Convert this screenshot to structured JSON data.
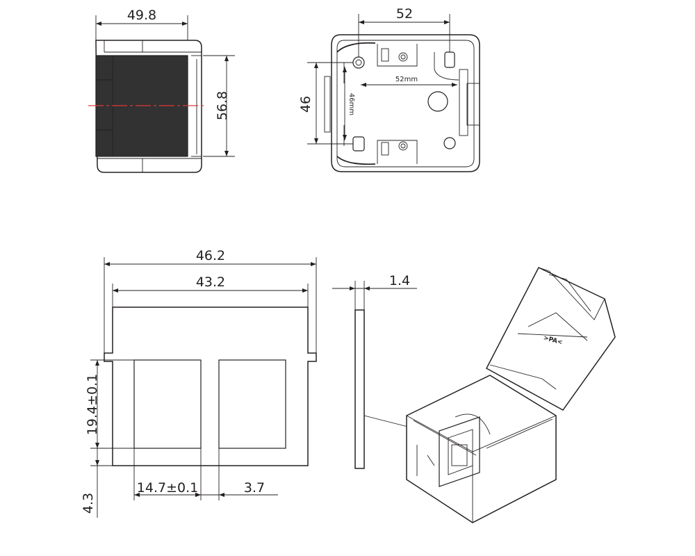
{
  "colors": {
    "line": "#231f20",
    "cover_fill": "#323232",
    "centerline": "#e03a3a",
    "background": "#ffffff"
  },
  "front_view": {
    "width_label": "49.8",
    "height_label": "56.8"
  },
  "back_view": {
    "width_label": "52",
    "height_label": "46",
    "inner_width_label": "52mm",
    "inner_height_label": "46mm"
  },
  "plate_view": {
    "outer_width_label": "46.2",
    "inner_width_label": "43.2",
    "opening_height_label": "19.4±0.1",
    "bottom_offset_label": "4.3",
    "opening_width_label": "14.7±0.1",
    "gap_label": "3.7"
  },
  "side_view": {
    "thickness_label": "1.4"
  },
  "iso_view": {
    "marking_text": ">PA<"
  }
}
